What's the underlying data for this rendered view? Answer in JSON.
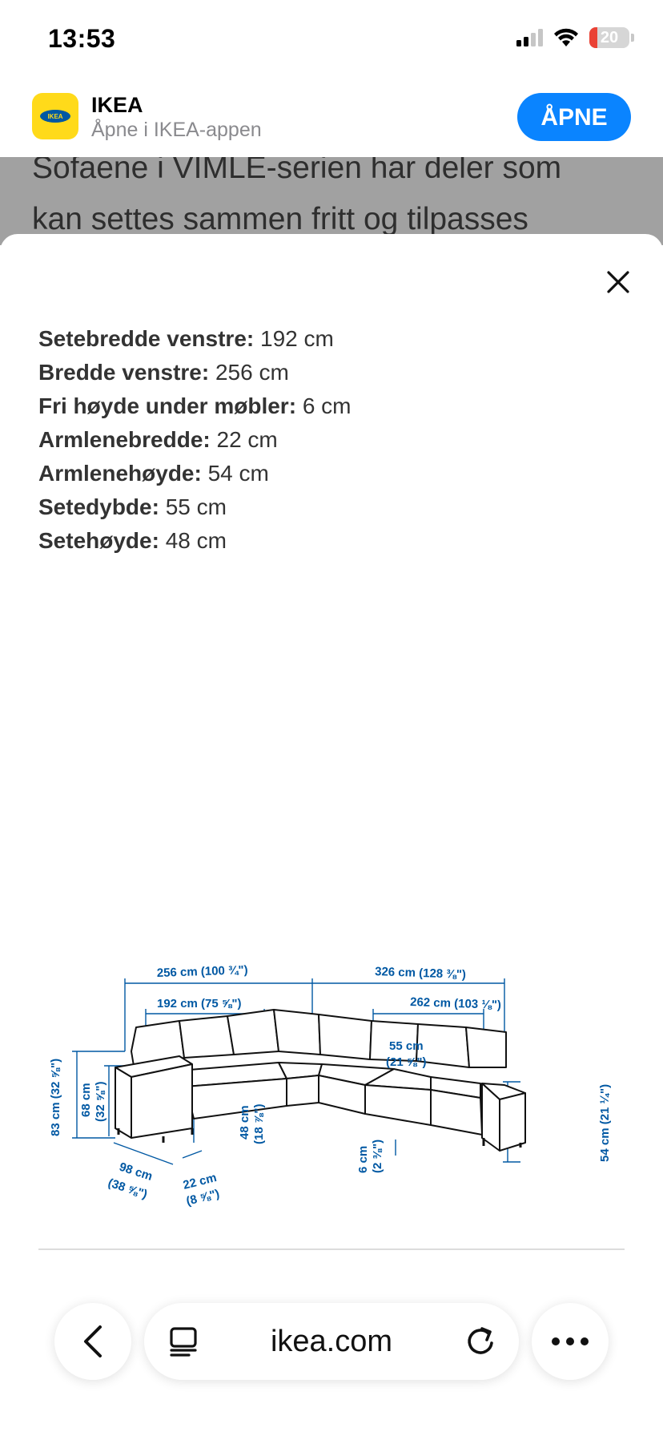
{
  "status_bar": {
    "time": "13:53",
    "battery_level": "20",
    "battery_color": "#ea4235",
    "icons": [
      "cellular-signal-icon",
      "wifi-icon",
      "battery-charging-icon"
    ]
  },
  "app_banner": {
    "app_name": "IKEA",
    "subtitle": "Åpne i IKEA-appen",
    "open_label": "ÅPNE",
    "accent": "#0a84ff",
    "icon_color": "#ffda1a",
    "icon_text": "IKEA"
  },
  "background_article": {
    "line1": "Sofaene i VIMLE-serien har deler som",
    "line2": "kan settes sammen fritt og tilpasses"
  },
  "sheet": {
    "close_icon": "close-icon",
    "specs": [
      {
        "label": "Setebredde venstre:",
        "value": "192 cm"
      },
      {
        "label": "Bredde venstre:",
        "value": "256 cm"
      },
      {
        "label": "Fri høyde under møbler:",
        "value": "6 cm"
      },
      {
        "label": "Armlenebredde:",
        "value": "22 cm"
      },
      {
        "label": "Armlenehøyde:",
        "value": "54 cm"
      },
      {
        "label": "Setedybde:",
        "value": "55 cm"
      },
      {
        "label": "Setehøyde:",
        "value": "48 cm"
      }
    ],
    "diagram": {
      "dimension_color": "#0058a3",
      "labels": {
        "width_left": "256 cm (100 ¾\")",
        "width_right": "326 cm (128 ⅜\")",
        "seat_width_left": "192 cm (75 ⅝\")",
        "seat_width_right": "262 cm (103 ⅛\")",
        "seat_depth_cm": "55 cm",
        "seat_depth_in": "(21 ⅝\")",
        "total_height": "83 cm (32 ⅝\")",
        "back_height_cm": "68 cm",
        "back_height_in": "(32 ⅝\")",
        "seat_height_cm": "48 cm",
        "seat_height_in": "(18 ⅞\")",
        "depth_cm": "98 cm",
        "depth_in": "(38 ⅝\")",
        "armrest_width_cm": "22 cm",
        "armrest_width_in": "(8 ⅝\")",
        "clearance_cm": "6 cm",
        "clearance_in": "(2 ⅜\")",
        "armrest_height": "54 cm (21 ¼\")"
      }
    }
  },
  "browser_toolbar": {
    "url": "ikea.com",
    "back_icon": "chevron-left-icon",
    "reader_icon": "reader-mode-icon",
    "reload_icon": "reload-icon",
    "more_icon": "more-icon"
  }
}
